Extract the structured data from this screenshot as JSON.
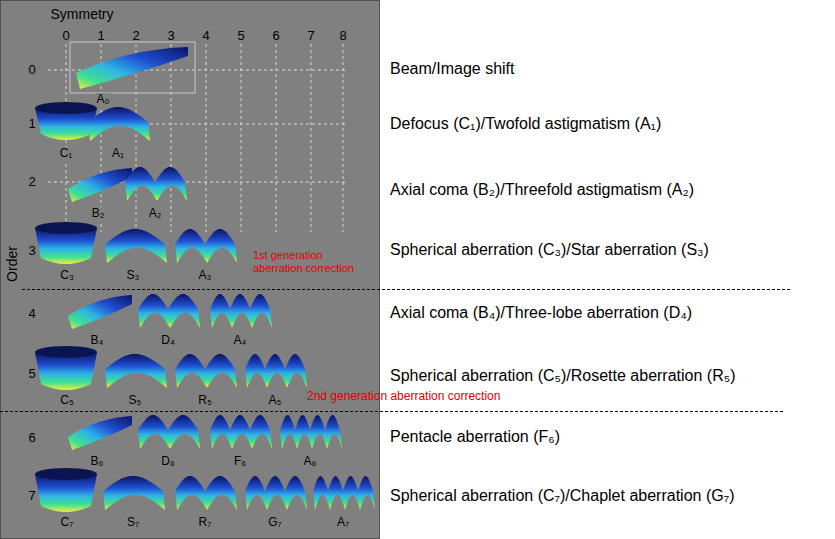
{
  "diagram": {
    "labels": [
      "Symmetry",
      "0",
      "1",
      "2",
      "3",
      "4",
      "5",
      "6",
      "7",
      "8",
      "0",
      "1",
      "2",
      "3",
      "4",
      "5",
      "6",
      "7",
      "Order",
      "A₀",
      "C₁",
      "A₁",
      "B₂",
      "A₂",
      "C₃",
      "S₃",
      "A₃",
      "B₄",
      "D₄",
      "A₄",
      "C₅",
      "S₅",
      "R₅",
      "A₅",
      "B₆",
      "D₆",
      "F₆",
      "A₆",
      "C₇",
      "S₇",
      "R₇",
      "G₇",
      "A₇",
      "Beam/Image shift",
      "Defocus (C₁)/Twofold astigmatism (A₁)",
      "Axial coma (B₂)/Threefold  astigmatism (A₂)",
      "Spherical aberration (C₃)/Star aberration (S₃)",
      "Axial coma (B₄)/Three-lobe  aberration (D₄)",
      "Spherical aberration (C₅)/Rosette aberration (R₅)",
      "Pentacle aberration (F₆)",
      "Spherical aberration (C₇)/Chaplet aberration (G₇)",
      "1st generation aberration correction",
      "2nd generation aberration correction"
    ]
  }
}
